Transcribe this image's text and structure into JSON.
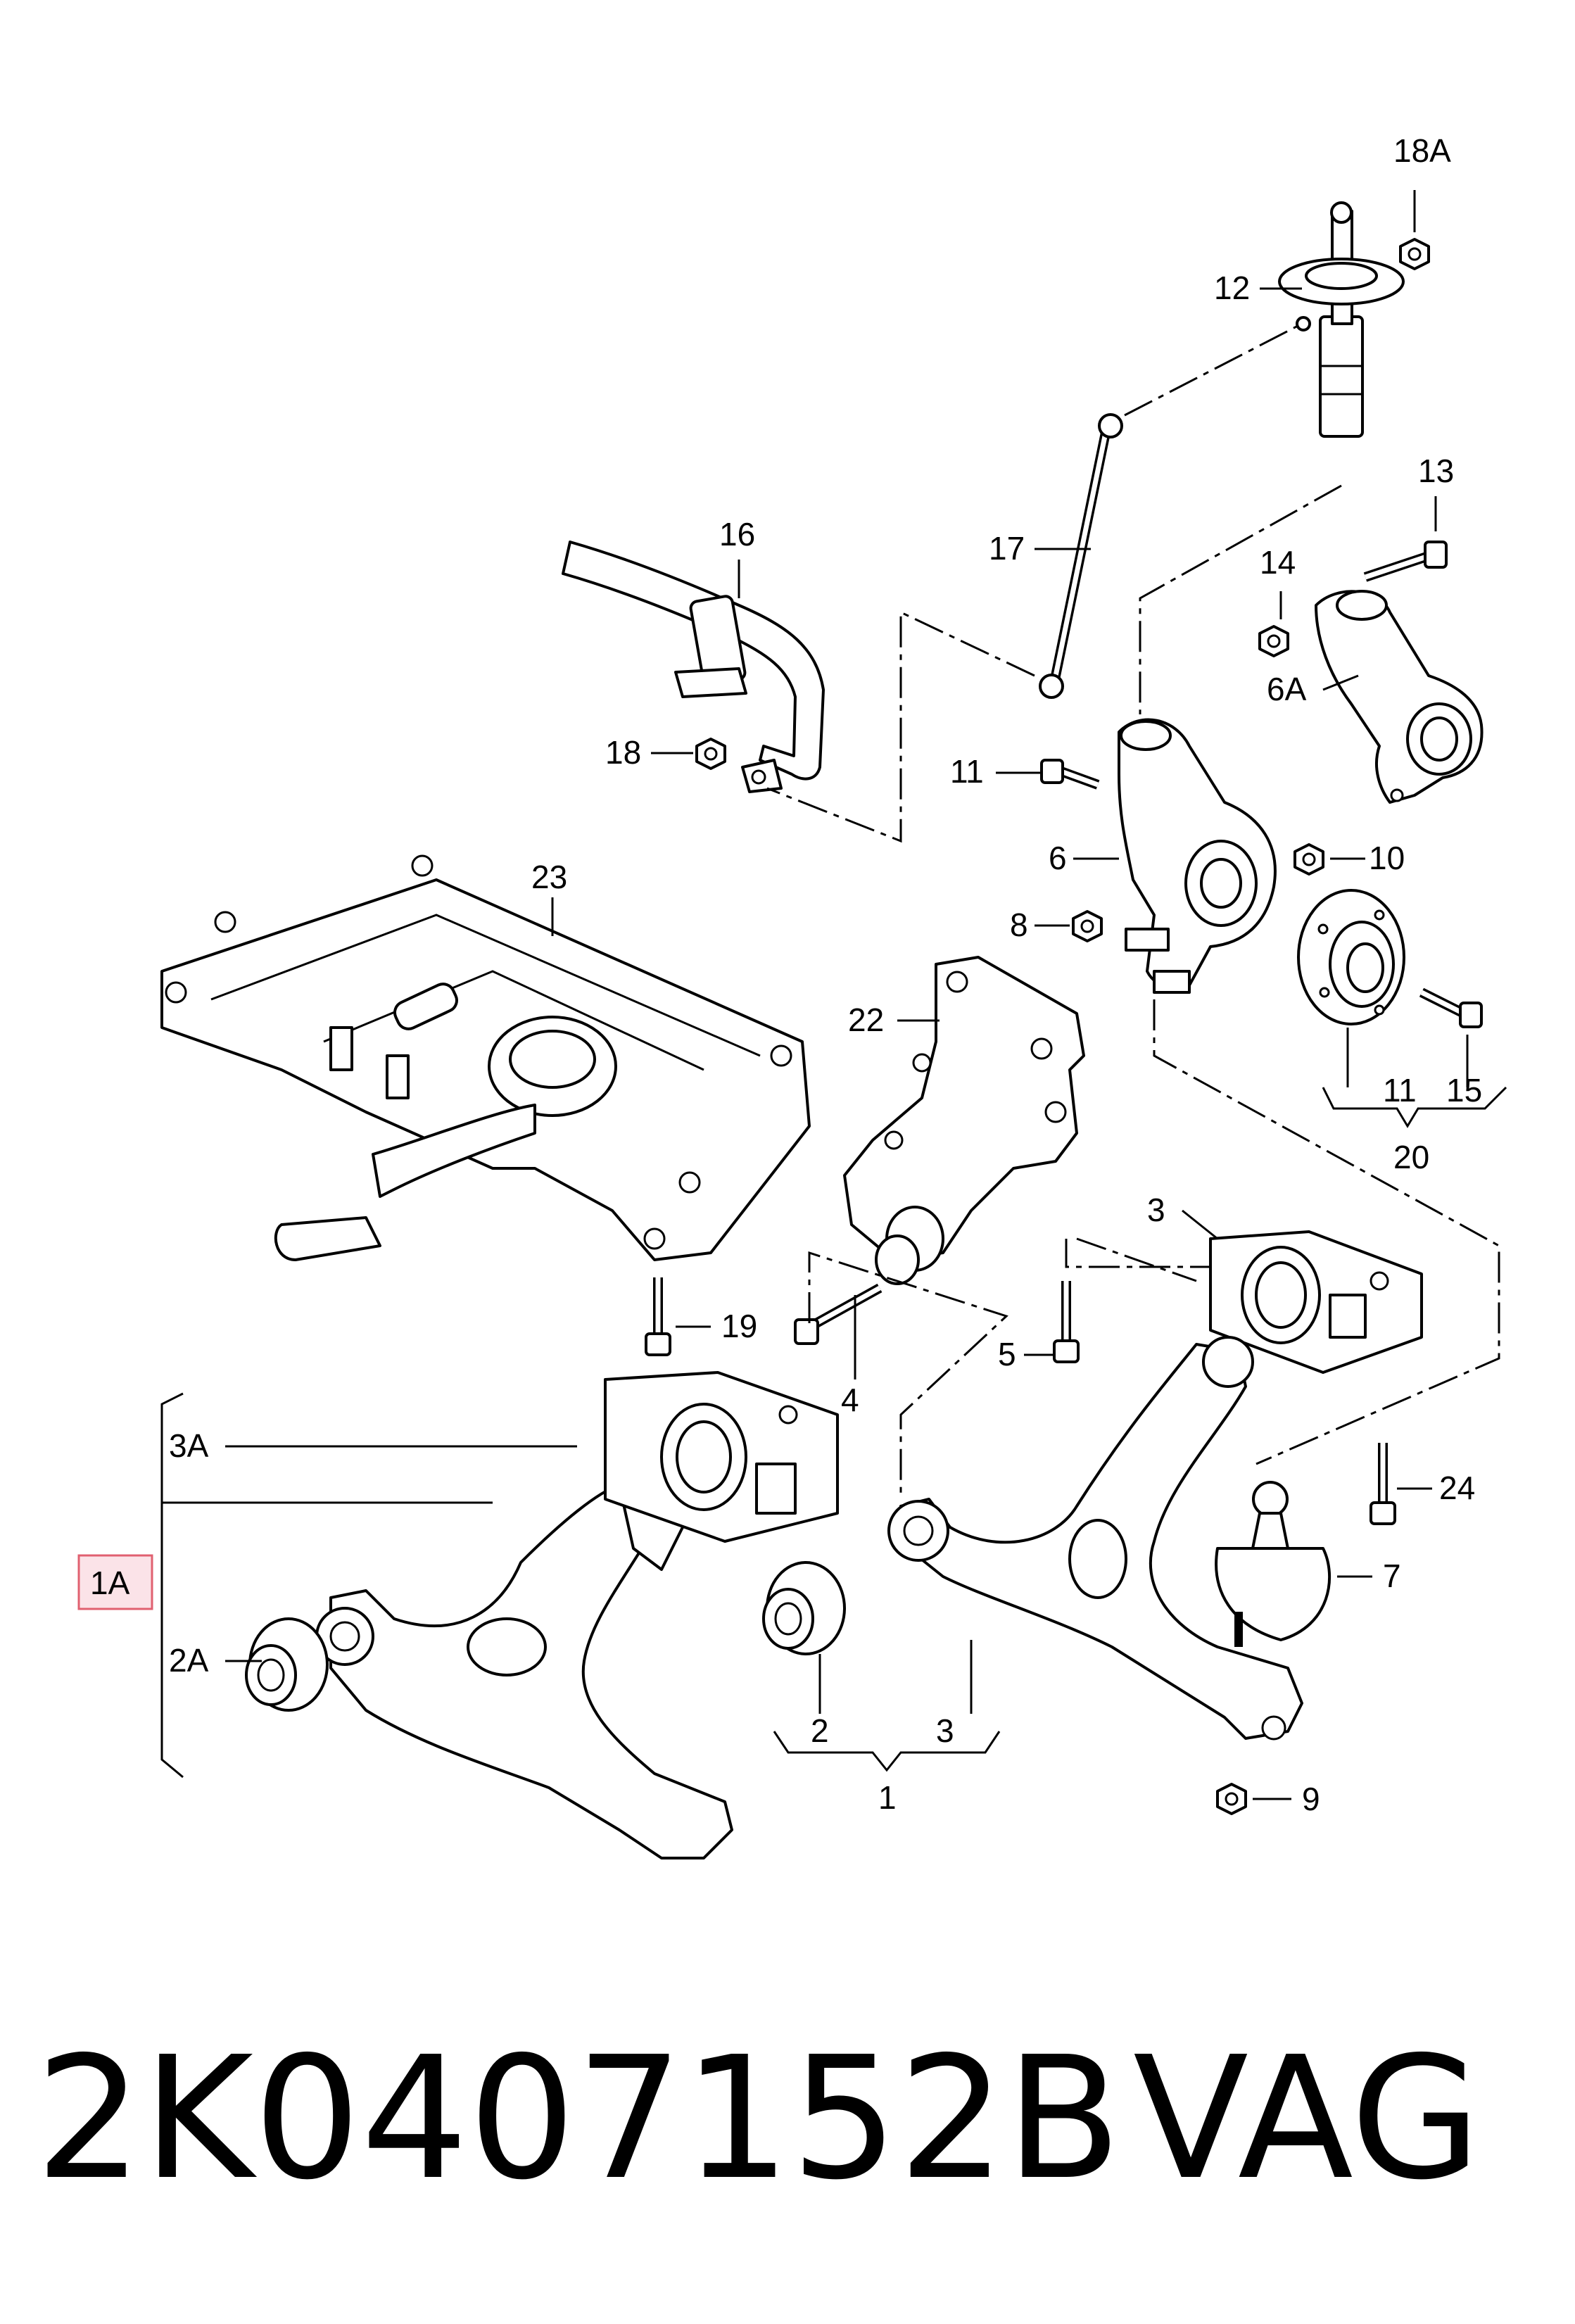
{
  "callouts": {
    "c18A": "18A",
    "c12": "12",
    "c13": "13",
    "c14": "14",
    "c6A": "6A",
    "c16": "16",
    "c17": "17",
    "c18": "18",
    "c11a": "11",
    "c6": "6",
    "c10": "10",
    "c8": "8",
    "c23": "23",
    "c22": "22",
    "c11b": "11",
    "c15": "15",
    "c20": "20",
    "c3a": "3",
    "c19": "19",
    "c5": "5",
    "c4": "4",
    "c24": "24",
    "c3A": "3A",
    "c7": "7",
    "c1A": "1A",
    "c2A": "2A",
    "c9": "9",
    "c2": "2",
    "c3b": "3",
    "c1": "1"
  },
  "footer": {
    "part_number": "2K0407152B",
    "brand": "VAG"
  },
  "colors": {
    "line": "#000000",
    "highlight_fill": "#fbe3e8",
    "highlight_stroke": "#e06070"
  }
}
